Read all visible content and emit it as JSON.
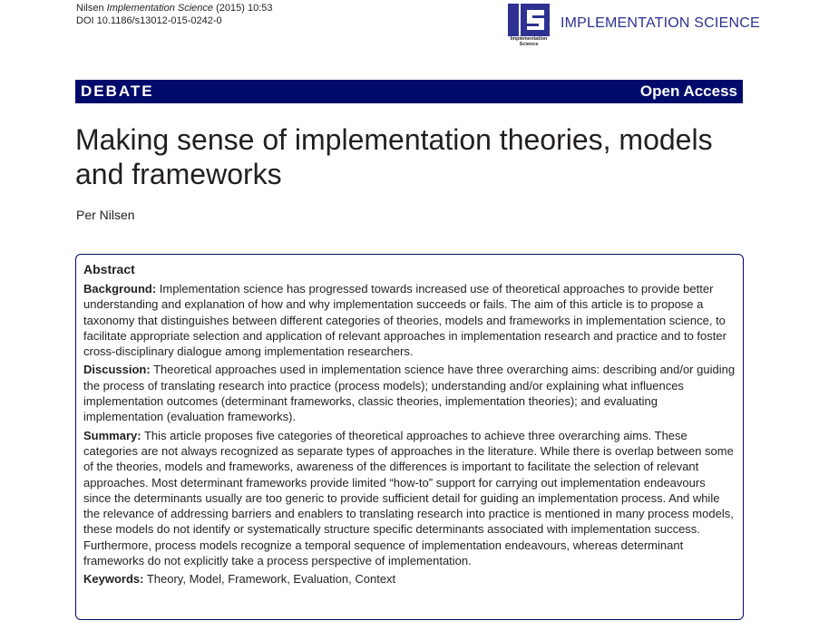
{
  "citation": {
    "author": "Nilsen",
    "journal": "Implementation Science",
    "year_volume": "(2015) 10:53",
    "doi": "DOI 10.1186/s13012-015-0242-0"
  },
  "logo": {
    "sub_line1": "Implementation",
    "sub_line2": "Science",
    "name": "IMPLEMENTATION SCIENCE",
    "color": "#2e3192"
  },
  "band": {
    "article_type": "DEBATE",
    "access": "Open Access",
    "color": "#000a6b"
  },
  "title": "Making sense of implementation theories, models and frameworks",
  "author": "Per Nilsen",
  "abstract": {
    "heading": "Abstract",
    "background_label": "Background:",
    "background_text": " Implementation science has progressed towards increased use of theoretical approaches to provide better understanding and explanation of how and why implementation succeeds or fails. The aim of this article is to propose a taxonomy that distinguishes between different categories of theories, models and frameworks in implementation science, to facilitate appropriate selection and application of relevant approaches in implementation research and practice and to foster cross-disciplinary dialogue among implementation researchers.",
    "discussion_label": "Discussion:",
    "discussion_text": " Theoretical approaches used in implementation science have three overarching aims: describing and/or guiding the process of translating research into practice (process models); understanding and/or explaining what influences implementation outcomes (determinant frameworks, classic theories, implementation theories); and evaluating implementation (evaluation frameworks).",
    "summary_label": "Summary:",
    "summary_text": " This article proposes five categories of theoretical approaches to achieve three overarching aims. These categories are not always recognized as separate types of approaches in the literature. While there is overlap between some of the theories, models and frameworks, awareness of the differences is important to facilitate the selection of relevant approaches. Most determinant frameworks provide limited “how-to” support for carrying out implementation endeavours since the determinants usually are too generic to provide sufficient detail for guiding an implementation process. And while the relevance of addressing barriers and enablers to translating research into practice is mentioned in many process models, these models do not identify or systematically structure specific determinants associated with implementation success. Furthermore, process models recognize a temporal sequence of implementation endeavours, whereas determinant frameworks do not explicitly take a process perspective of implementation.",
    "keywords_label": "Keywords:",
    "keywords_text": " Theory, Model, Framework, Evaluation, Context"
  }
}
